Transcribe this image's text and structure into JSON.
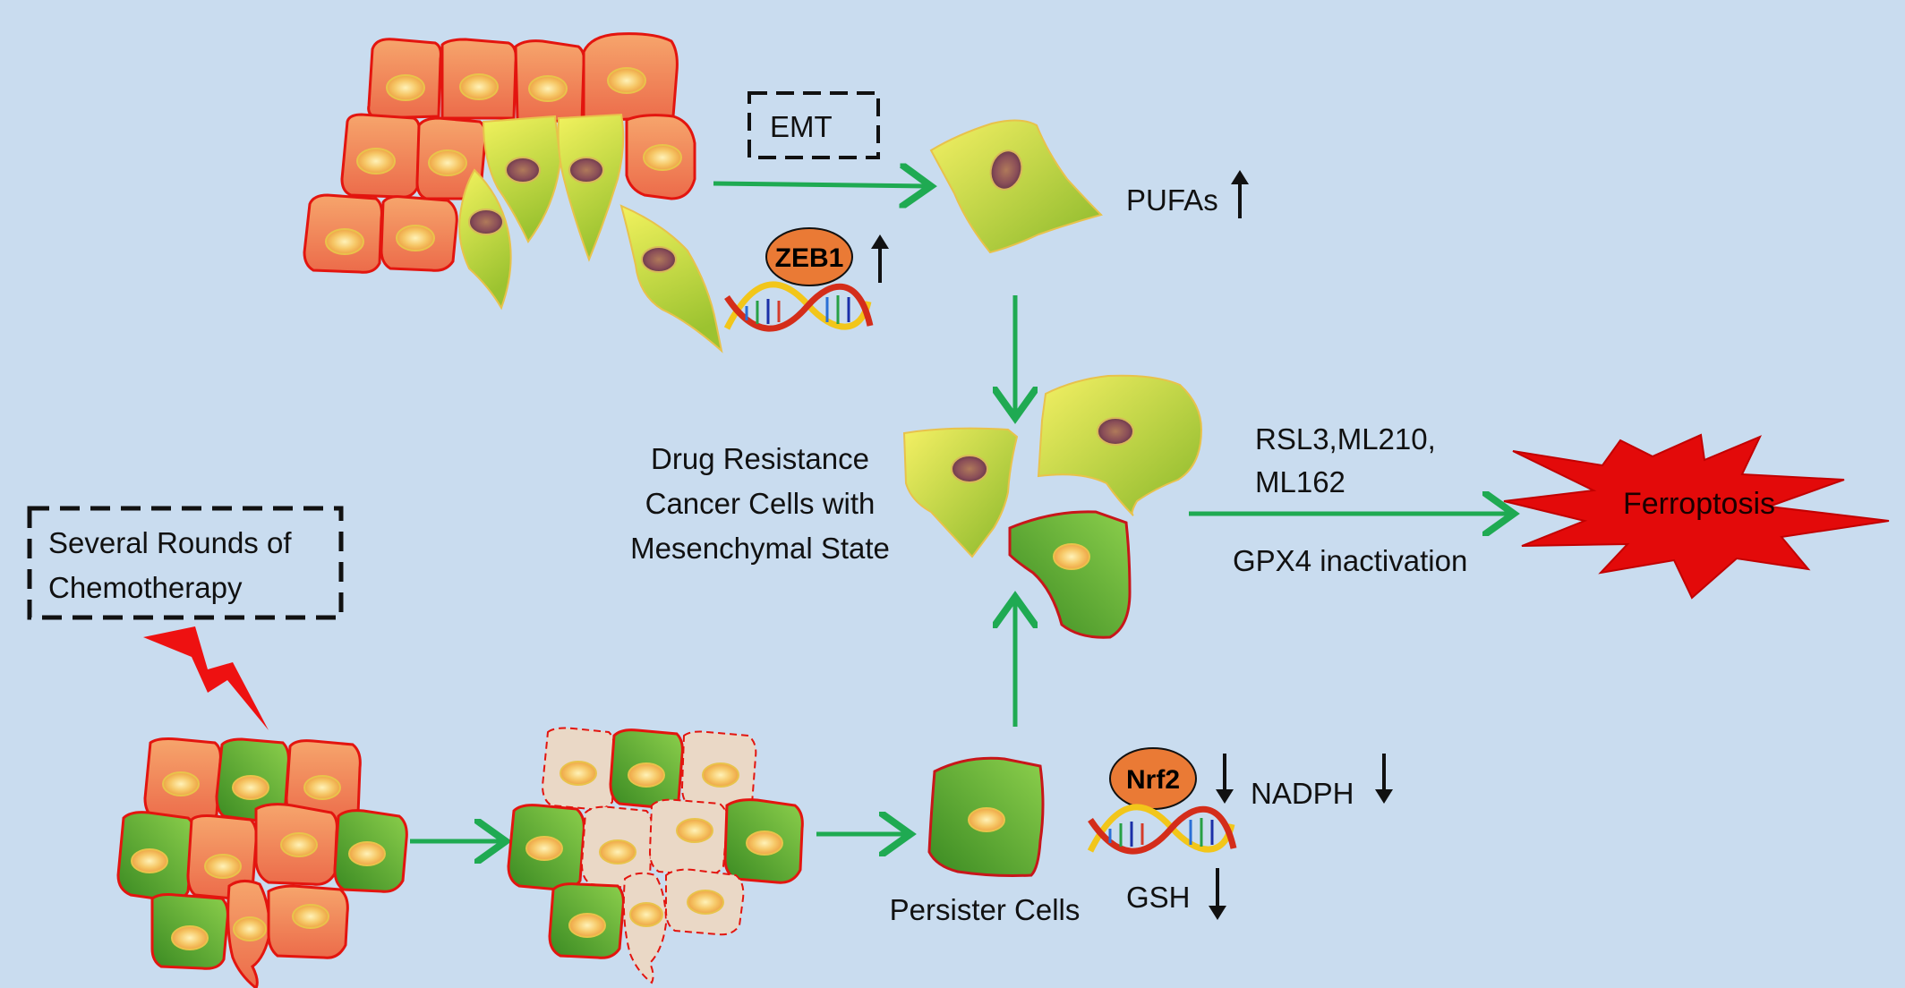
{
  "labels": {
    "emt": "EMT",
    "zeb1": "ZEB1",
    "pufas": "PUFAs",
    "drug_resistance": [
      "Drug Resistance",
      "Cancer Cells with",
      "Mesenchymal State"
    ],
    "inhibitors": [
      "RSL3,ML210,",
      "ML162"
    ],
    "gpx4": "GPX4 inactivation",
    "ferroptosis": "Ferroptosis",
    "chemotherapy": [
      "Several Rounds of",
      "Chemotherapy"
    ],
    "persister": "Persister Cells",
    "nrf2": "Nrf2",
    "nadph": "NADPH",
    "gsh": "GSH"
  },
  "colors": {
    "background": "#c9dcef",
    "arrow": "#1faa52",
    "epithelial_fill": "#f08a5a",
    "epithelial_stroke": "#e3150f",
    "mesenchymal_fill": "#d4de3a",
    "persister_fill": "#4f9a2e",
    "dead_fill": "#ead8c6",
    "transcription_factor": "#ea7a35",
    "ferroptosis": "#e30a0a"
  },
  "icons": {
    "dna": "dna-double-helix-icon",
    "lightning": "lightning-bolt-icon",
    "up_arrow": "up-arrow-icon",
    "down_arrow": "down-arrow-icon"
  }
}
